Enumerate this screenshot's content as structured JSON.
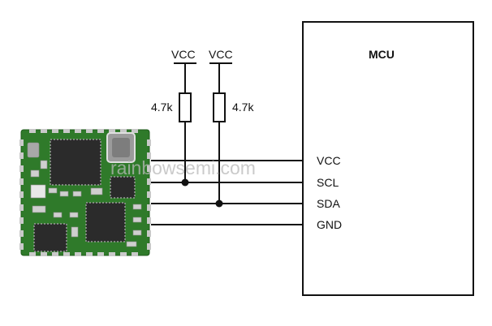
{
  "watermark": "rainbowsemi.com",
  "mcu": {
    "title": "MCU"
  },
  "pullups": [
    {
      "supply": "VCC",
      "resistor": "4.7k"
    },
    {
      "supply": "VCC",
      "resistor": "4.7k"
    }
  ],
  "pins": [
    {
      "label": "VCC"
    },
    {
      "label": "SCL"
    },
    {
      "label": "SDA"
    },
    {
      "label": "GND"
    }
  ],
  "colors": {
    "pcb": "#2f7a2a",
    "pad": "#c9c9c9",
    "chip": "#2b2b2b",
    "wire": "#111111"
  }
}
